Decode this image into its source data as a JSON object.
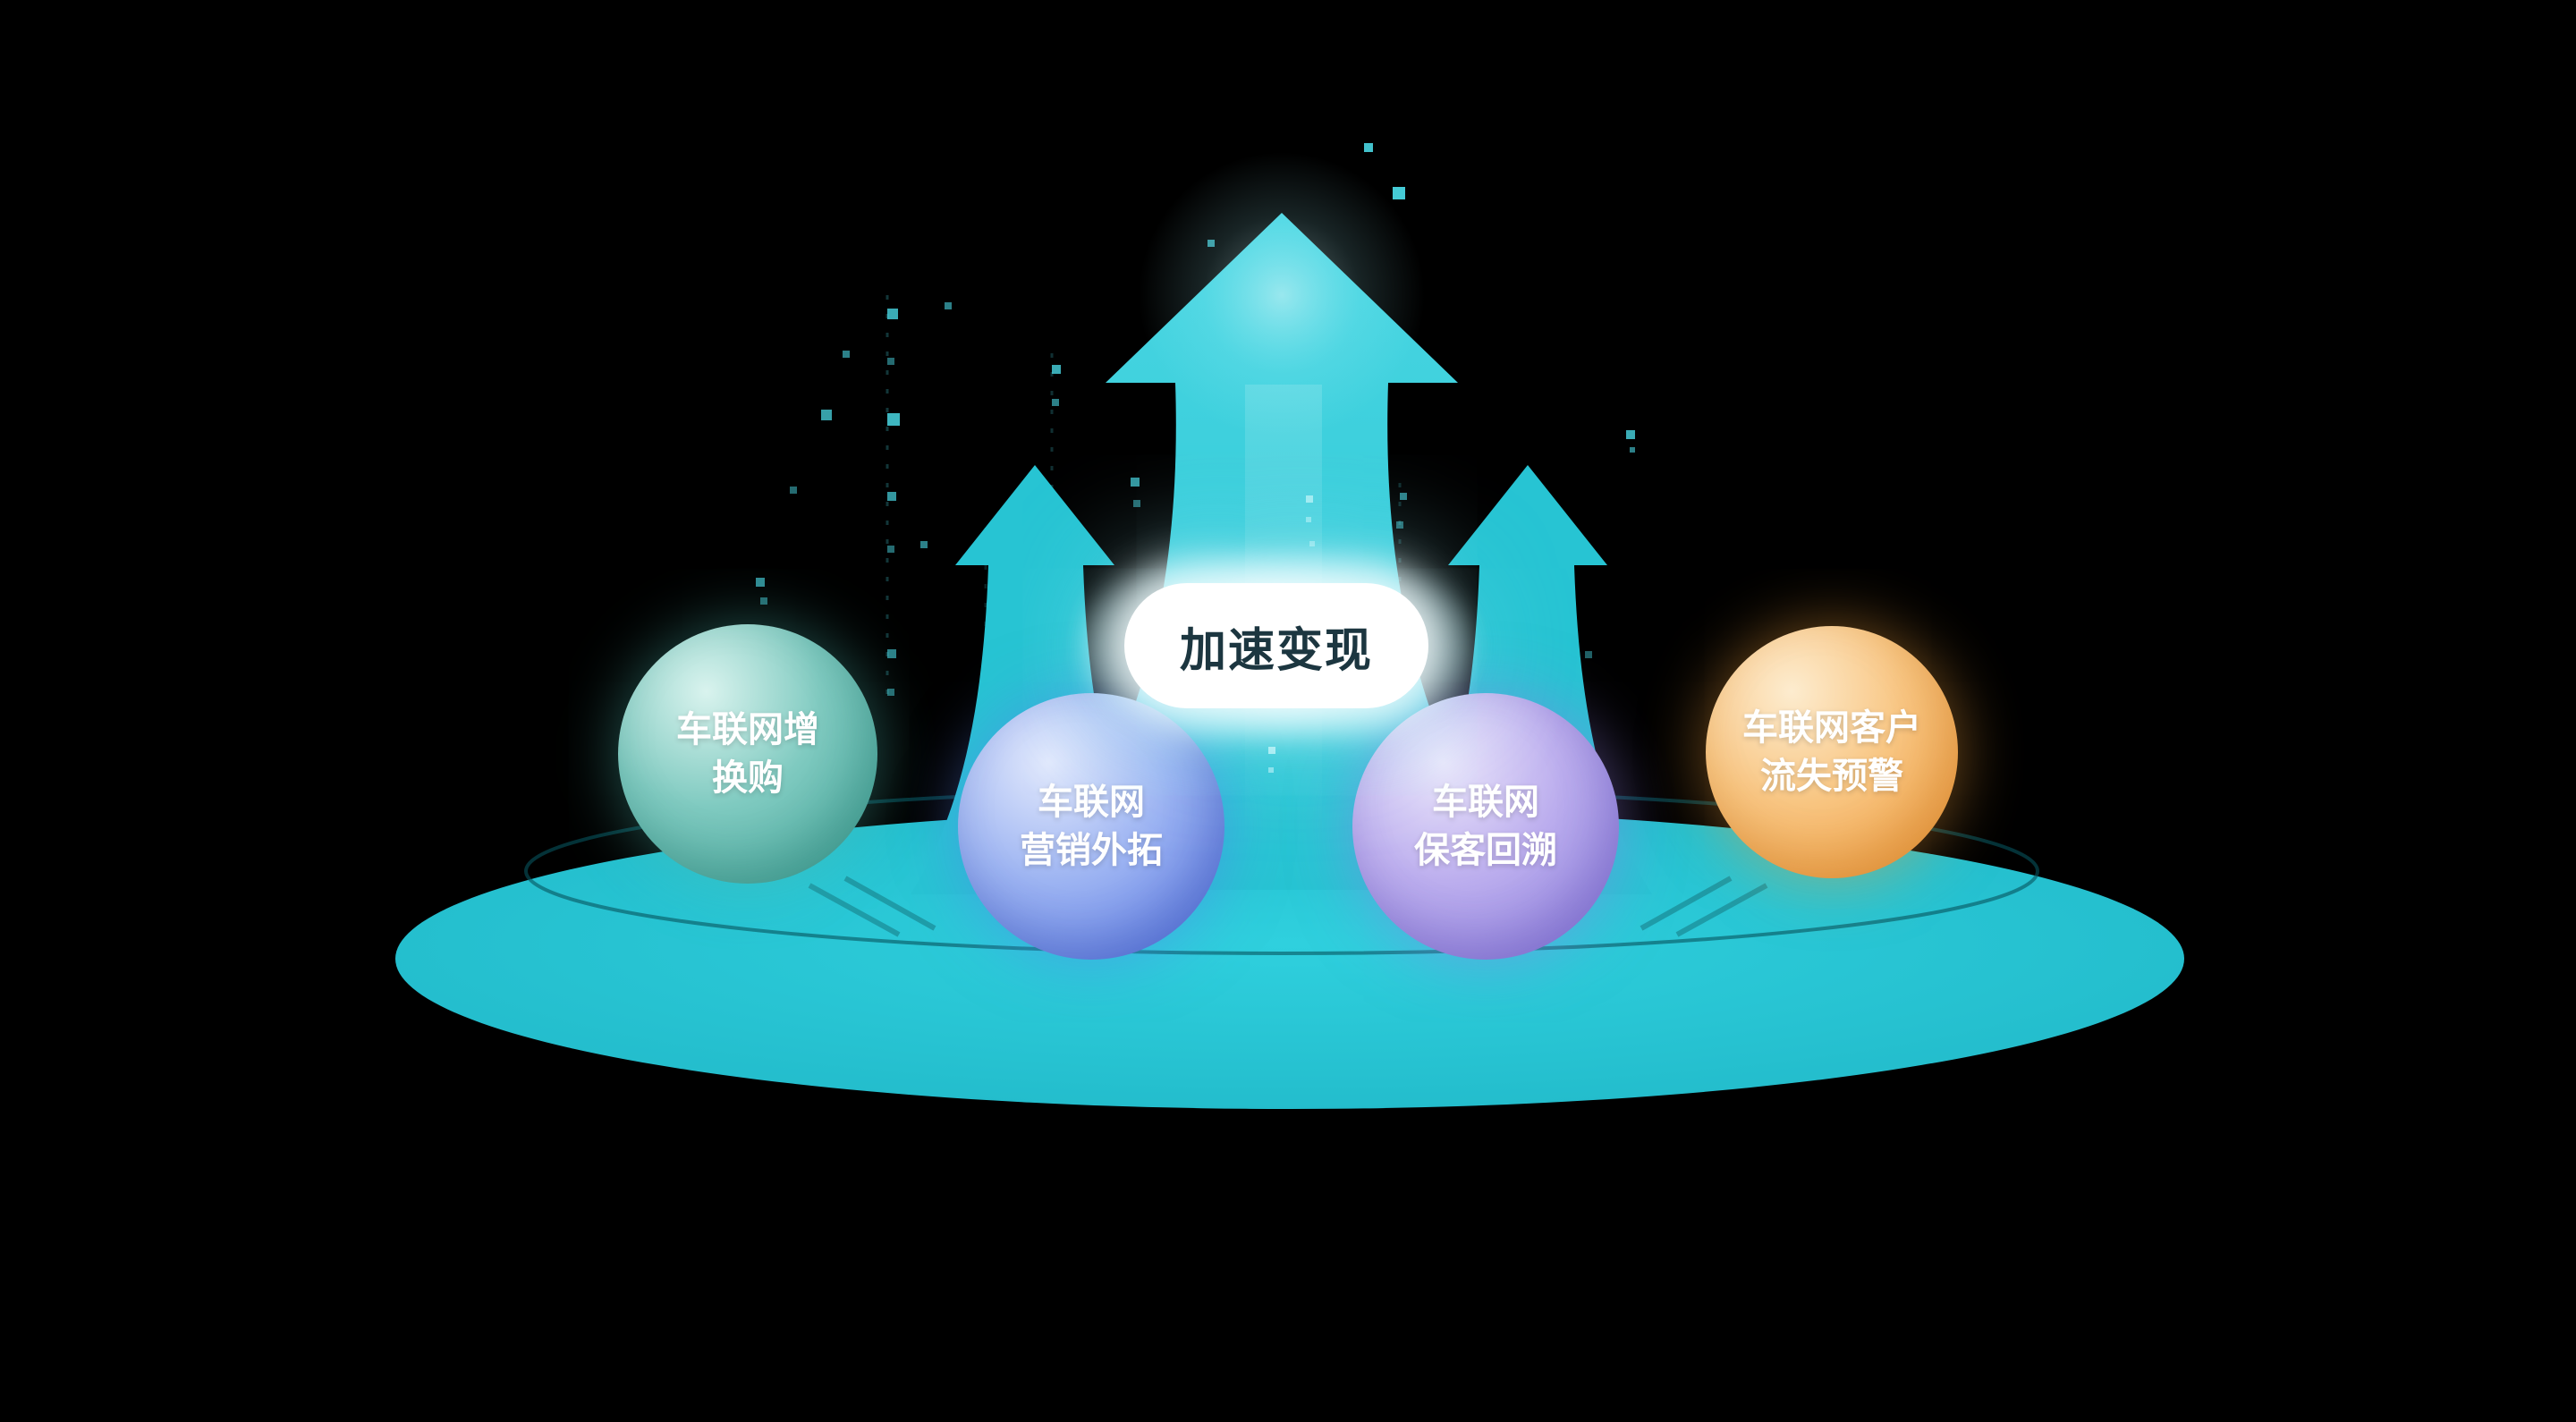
{
  "diagram": {
    "center_label": "加速变现",
    "bubbles": [
      {
        "name": "telematics-trade-in-upgrade",
        "line1": "车联网增",
        "line2": "换购"
      },
      {
        "name": "telematics-marketing-expansion",
        "line1": "车联网",
        "line2": "营销外拓"
      },
      {
        "name": "telematics-customer-retention-trace",
        "line1": "车联网",
        "line2": "保客回溯"
      },
      {
        "name": "telematics-customer-churn-warning",
        "line1": "车联网客户",
        "line2": "流失预警"
      }
    ]
  },
  "colors": {
    "bg": "#000000",
    "teal": "#27c4d3",
    "teal_light": "#49d6e2",
    "teal_dark": "#1aa9b8",
    "ring_stroke": "#07545d",
    "pill_bg": "#ffffff",
    "pill_text": "#1c3640",
    "bubble_text": "#ffffff",
    "s1_light": "#d9f3ee",
    "s1_mid": "#7fcac0",
    "s1_deep": "#3da296",
    "s2_light": "#e2e9fc",
    "s2_mid": "#9db4f2",
    "s2_deep": "#5272e4",
    "s3_light": "#ece7fb",
    "s3_mid": "#bcaeee",
    "s3_deep": "#8577dc",
    "s4_light": "#fdeccf",
    "s4_mid": "#f8c581",
    "s4_deep": "#ef9734"
  }
}
